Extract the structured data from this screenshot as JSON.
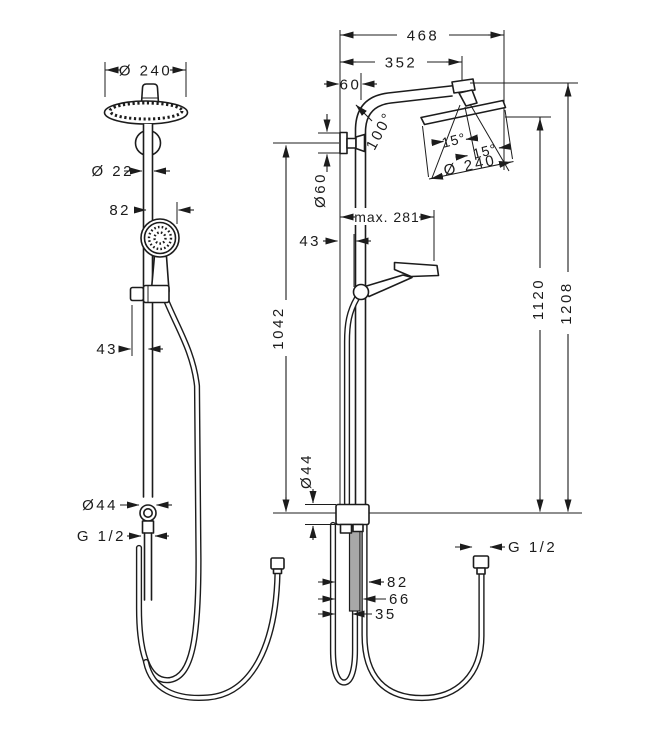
{
  "drawing": {
    "type": "technical-dimension-drawing",
    "subject": "showerpipe shower system, front view and side view",
    "line_color": "#1c1c1c",
    "background": "#ffffff"
  },
  "left_view": {
    "name": "front view",
    "labels": {
      "head_diameter": "Ø 240",
      "pipe_diameter": "Ø 22",
      "handshower_offset": "82",
      "holder_offset": "43",
      "bar_height": "1042",
      "connector_diameter": "Ø44",
      "thread": "G 1/2"
    }
  },
  "right_view": {
    "name": "side view",
    "labels": {
      "total_reach": "468",
      "arm_reach": "352",
      "wall_offset": "60",
      "arm_angle": "100°",
      "head_tilt_a": "15°",
      "head_tilt_b": "15°",
      "head_diameter": "Ø 240",
      "escutcheon_diameter": "Ø60",
      "max_extension": "max. 281",
      "holder_depth": "43",
      "height_to_head_edge": "1120",
      "total_height": "1208",
      "block_diameter": "Ø44",
      "hose_width_outer": "82",
      "hose_width_mid": "66",
      "hose_width_inner": "35",
      "thread": "G 1/2"
    }
  }
}
